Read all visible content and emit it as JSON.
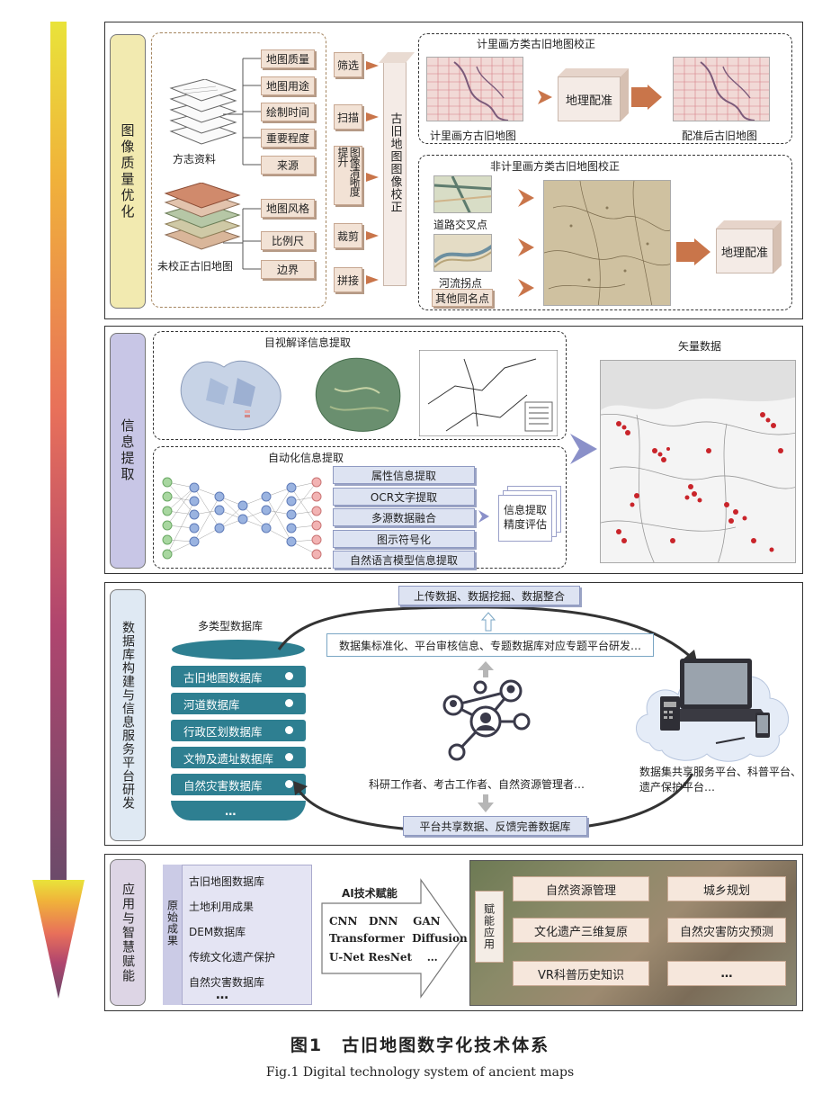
{
  "section1": {
    "label": "图像质量优化",
    "fangzhi_label": "方志资料",
    "uncorrected_label": "未校正古旧地图",
    "criteria_top": [
      "地图质量",
      "地图用途",
      "绘制时间",
      "重要程度",
      "来源"
    ],
    "criteria_bottom": [
      "地图风格",
      "比例尺",
      "边界"
    ],
    "steps": [
      "筛选",
      "扫描",
      "图像清晰度提升",
      "裁剪",
      "拼接"
    ],
    "correction_label": "古旧地图图像校正",
    "jili_title": "计里画方类古旧地图校正",
    "jili_source_label": "计里画方古旧地图",
    "geo_register": "地理配准",
    "registered_label": "配准后古旧地图",
    "nonjili_title": "非计里画方类古旧地图校正",
    "road_label": "道路交叉点",
    "river_label": "河流拐点",
    "other_points": "其他同名点",
    "geo_register2": "地理配准"
  },
  "section2": {
    "label": "信息提取",
    "visual_title": "目视解译信息提取",
    "auto_title": "自动化信息提取",
    "tasks": [
      "属性信息提取",
      "OCR文字提取",
      "多源数据融合",
      "图示符号化",
      "自然语言模型信息提取"
    ],
    "eval_label": "信息提取精度评估",
    "vector_title": "矢量数据"
  },
  "section3": {
    "label": "数据库构建与信息服务平台研发",
    "db_title": "多类型数据库",
    "databases": [
      "古旧地图数据库",
      "河道数据库",
      "行政区划数据库",
      "文物及遗址数据库",
      "自然灾害数据库"
    ],
    "db_more": "…",
    "upload": "上传数据、数据挖掘、数据整合",
    "standardize": "数据集标准化、平台审核信息、专题数据库对应专题平台研发…",
    "users": "科研工作者、考古工作者、自然资源管理者…",
    "share": "平台共享数据、反馈完善数据库",
    "platform": "数据集共享服务平台、科普平台、遗产保护平台…"
  },
  "section4": {
    "label": "应用与智慧赋能",
    "raw_label": "原始成果",
    "raw_items": [
      "古旧地图数据库",
      "土地利用成果",
      "DEM数据库",
      "传统文化遗产保护",
      "自然灾害数据库"
    ],
    "raw_more": "…",
    "ai_title": "AI技术赋能",
    "ai_line1": "CNN   DNN    GAN",
    "ai_line2": "Transformer  Diffusion",
    "ai_line3": "U-Net ResNet    …",
    "empower_label": "赋能应用",
    "apps": [
      "自然资源管理",
      "城乡规划",
      "文化遗产三维复原",
      "自然灾害防灾预测",
      "VR科普历史知识",
      "…"
    ]
  },
  "caption": {
    "cn": "图1　古旧地图数字化技术体系",
    "en": "Fig.1  Digital technology system of ancient maps"
  }
}
